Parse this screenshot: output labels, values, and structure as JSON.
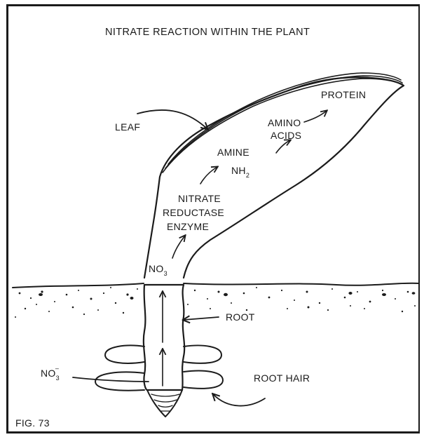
{
  "title": "NITRATE REACTION WITHIN THE PLANT",
  "labels": {
    "leaf": "LEAF",
    "protein": "PROTEIN",
    "amino": "AMINO",
    "acids": "ACIDS",
    "amine": "AMINE",
    "nh": "NH",
    "nh_sub": "2",
    "nitrate": "NITRATE",
    "reductase": "REDUCTASE",
    "enzyme": "ENZYME",
    "no3_in_plant": "NO",
    "no3_in_plant_sub": "3",
    "root": "ROOT",
    "no3_soil": "NO",
    "no3_soil_sub": "3",
    "no3_soil_sup": "–",
    "root_hair": "ROOT HAIR",
    "figure": "FIG. 73"
  }
}
